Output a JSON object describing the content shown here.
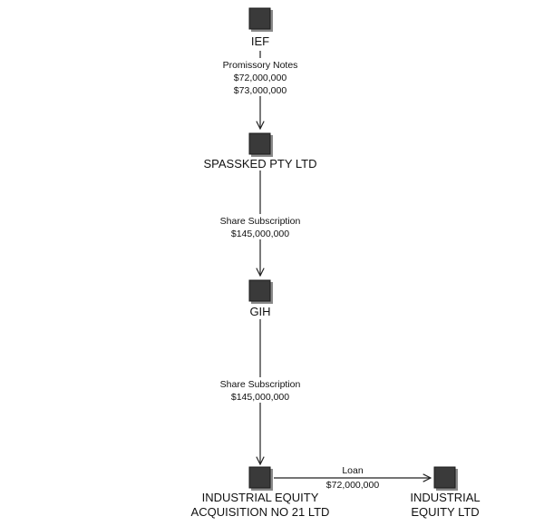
{
  "nodes": {
    "ief": {
      "label_lines": [
        "IEF"
      ]
    },
    "spassked": {
      "label_lines": [
        "SPASSKED PTY LTD"
      ]
    },
    "gih": {
      "label_lines": [
        "GIH"
      ]
    },
    "acquisition": {
      "label_lines": [
        "INDUSTRIAL EQUITY",
        "ACQUISITION NO 21 LTD"
      ]
    },
    "industrial_equity": {
      "label_lines": [
        "INDUSTRIAL",
        "EQUITY LTD"
      ]
    }
  },
  "edges": {
    "ief_to_spassked": {
      "label_lines": [
        "Promissory Notes",
        "$72,000,000",
        "$73,000,000"
      ]
    },
    "spassked_to_gih": {
      "label_lines": [
        "Share Subscription",
        "$145,000,000"
      ]
    },
    "gih_to_acquisition": {
      "label_lines": [
        "Share Subscription",
        "$145,000,000"
      ]
    },
    "acquisition_to_industrial_equity": {
      "label_lines": [
        "Loan",
        "$72,000,000"
      ]
    }
  }
}
